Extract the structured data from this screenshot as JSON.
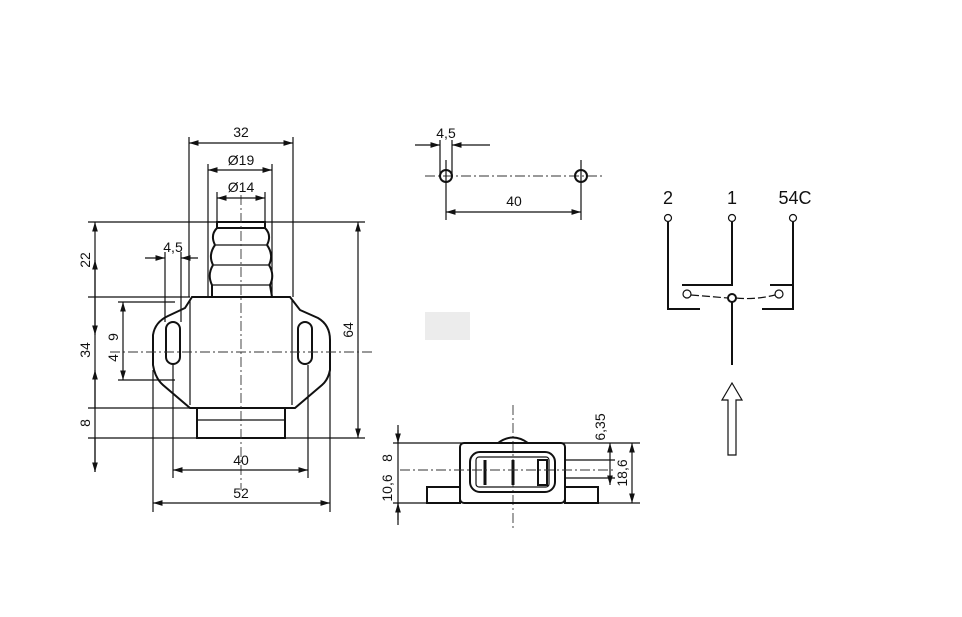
{
  "front_view": {
    "dim_width_top": "32",
    "dim_dia_outer": "Ø19",
    "dim_dia_inner": "Ø14",
    "dim_slot_width": "4,5",
    "dim_height_plunger": "22",
    "dim_height_body": "34",
    "dim_height_base": "8",
    "dim_slot_length": "9",
    "dim_slot_half": "4",
    "dim_total_height": "64",
    "dim_hole_spacing": "40",
    "dim_total_width": "52"
  },
  "hole_pattern": {
    "dim_hole_dia": "4,5",
    "dim_spacing": "40"
  },
  "bottom_view": {
    "dim_8": "8",
    "dim_10_6": "10,6",
    "dim_6_35": "6,35",
    "dim_18_6": "18,6"
  },
  "schematic": {
    "terminal_left": "2",
    "terminal_center": "1",
    "terminal_right": "54C"
  }
}
